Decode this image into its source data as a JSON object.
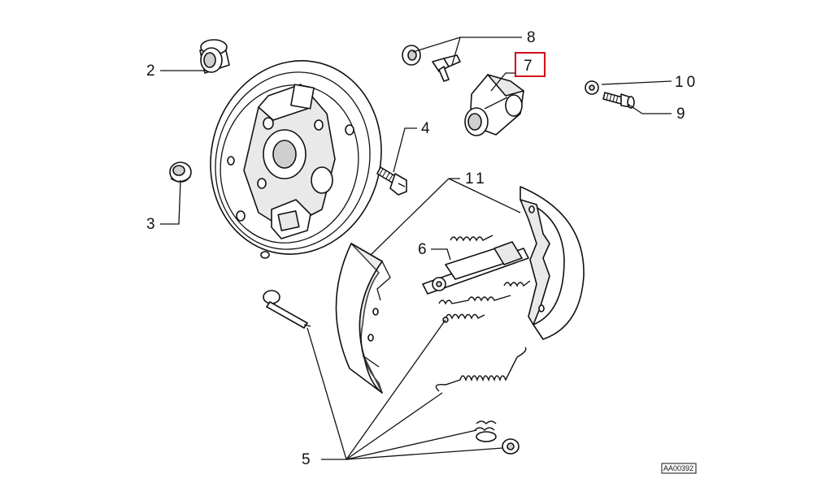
{
  "diagram": {
    "callouts": [
      {
        "id": "1",
        "text": "2"
      },
      {
        "id": "2",
        "text": "3"
      },
      {
        "id": "3",
        "text": "4"
      },
      {
        "id": "4",
        "text": "5"
      },
      {
        "id": "5",
        "text": "6"
      },
      {
        "id": "6",
        "text": "7"
      },
      {
        "id": "7",
        "text": "8"
      },
      {
        "id": "8",
        "text": "9"
      },
      {
        "id": "9",
        "text": "10"
      },
      {
        "id": "10",
        "text": "11"
      }
    ],
    "reference_code": "AA00392",
    "highlight_color": "#d0021b"
  }
}
